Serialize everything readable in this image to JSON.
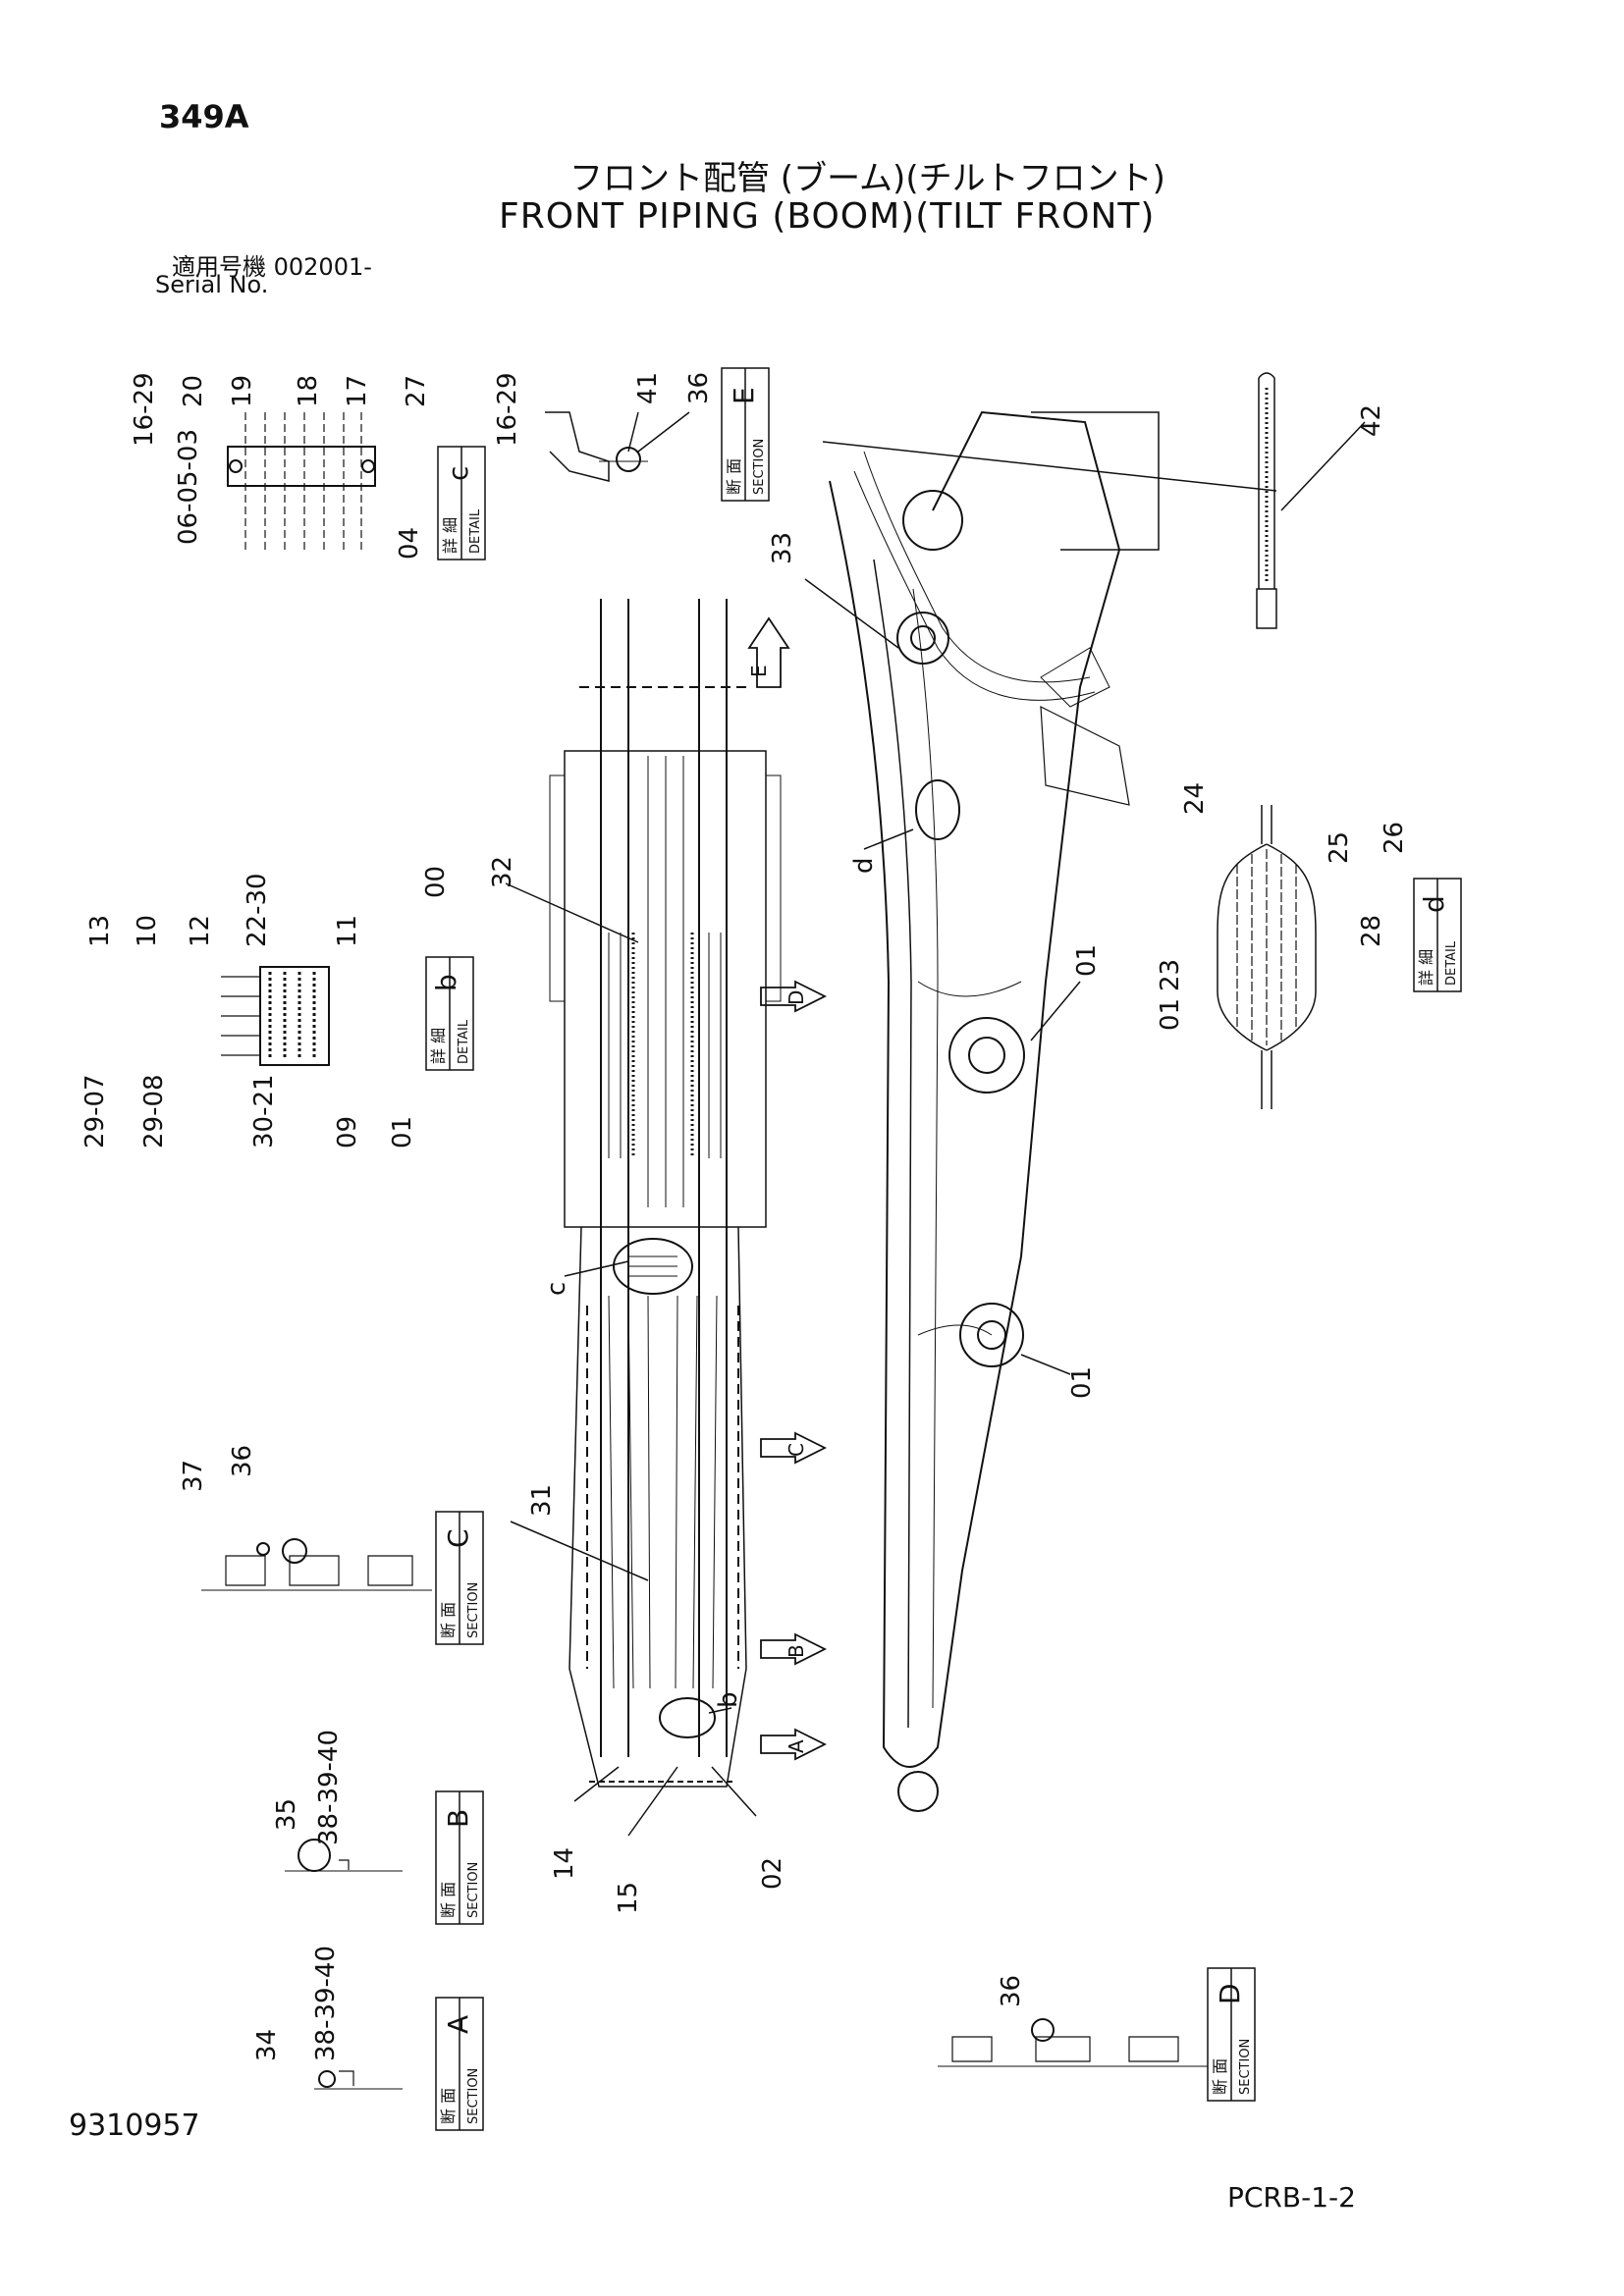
{
  "header": {
    "page_code": "349A",
    "title_jp": "フロント配管 (ブーム)(チルトフロント)",
    "title_en": "FRONT PIPING (BOOM)(TILT FRONT)",
    "serial_label_jp": "適用号機 002001-",
    "serial_label_en": "Serial No."
  },
  "footer": {
    "drawing_number": "9310957",
    "sheet_code": "PCRB-1-2"
  },
  "view_boxes": {
    "detail_c": {
      "jp": "詳 細",
      "en": "DETAIL",
      "letter": "c"
    },
    "detail_b": {
      "jp": "詳 細",
      "en": "DETAIL",
      "letter": "b"
    },
    "detail_d": {
      "jp": "詳 細",
      "en": "DETAIL",
      "letter": "d"
    },
    "section_E": {
      "jp": "断 面",
      "en": "SECTION",
      "letter": "E"
    },
    "section_C": {
      "jp": "断 面",
      "en": "SECTION",
      "letter": "C"
    },
    "section_B": {
      "jp": "断 面",
      "en": "SECTION",
      "letter": "B"
    },
    "section_A": {
      "jp": "断 面",
      "en": "SECTION",
      "letter": "A"
    },
    "section_D": {
      "jp": "断 面",
      "en": "SECTION",
      "letter": "D"
    }
  },
  "section_markers": [
    "E",
    "D",
    "C",
    "B",
    "A"
  ],
  "callouts": {
    "detail_c": [
      "16-29",
      "20",
      "19",
      "18",
      "17",
      "27",
      "16-29",
      "06-05-03",
      "04"
    ],
    "detail_b": [
      "13",
      "10",
      "12",
      "22-30",
      "11",
      "00",
      "29-07",
      "29-08",
      "30-21",
      "09",
      "01"
    ],
    "detail_d": [
      "24",
      "25",
      "26",
      "23",
      "28",
      "01"
    ],
    "section_E": [
      "41",
      "36"
    ],
    "section_C": [
      "37",
      "36"
    ],
    "section_B": [
      "35",
      "38-39-40"
    ],
    "section_A": [
      "34",
      "38-39-40"
    ],
    "section_D": [
      "36"
    ],
    "main": [
      "42",
      "33",
      "32",
      "31",
      "01",
      "01",
      "14",
      "15",
      "02"
    ],
    "detail_refs": [
      "c",
      "b",
      "d"
    ]
  }
}
